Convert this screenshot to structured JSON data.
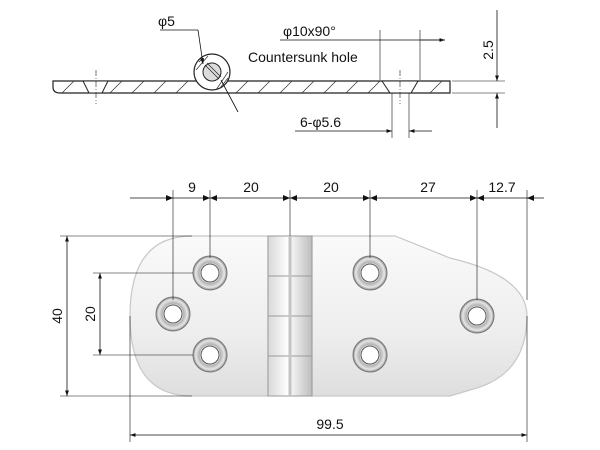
{
  "side_view": {
    "pin_diameter": "φ5",
    "countersink_spec": "φ10x90°",
    "countersink_label": "Countersunk hole",
    "thickness": "2.5",
    "hole_spec": "6-φ5.6"
  },
  "top_view": {
    "dims_top": [
      "9",
      "20",
      "20",
      "27",
      "12.7"
    ],
    "height_total": "40",
    "hole_spacing_vertical": "20",
    "length_total": "99.5"
  },
  "colors": {
    "line": "#111111",
    "plate_fill": "#f2f2f2",
    "plate_edge": "#cfcfcf",
    "hole_ring": "#9a9a9a"
  }
}
